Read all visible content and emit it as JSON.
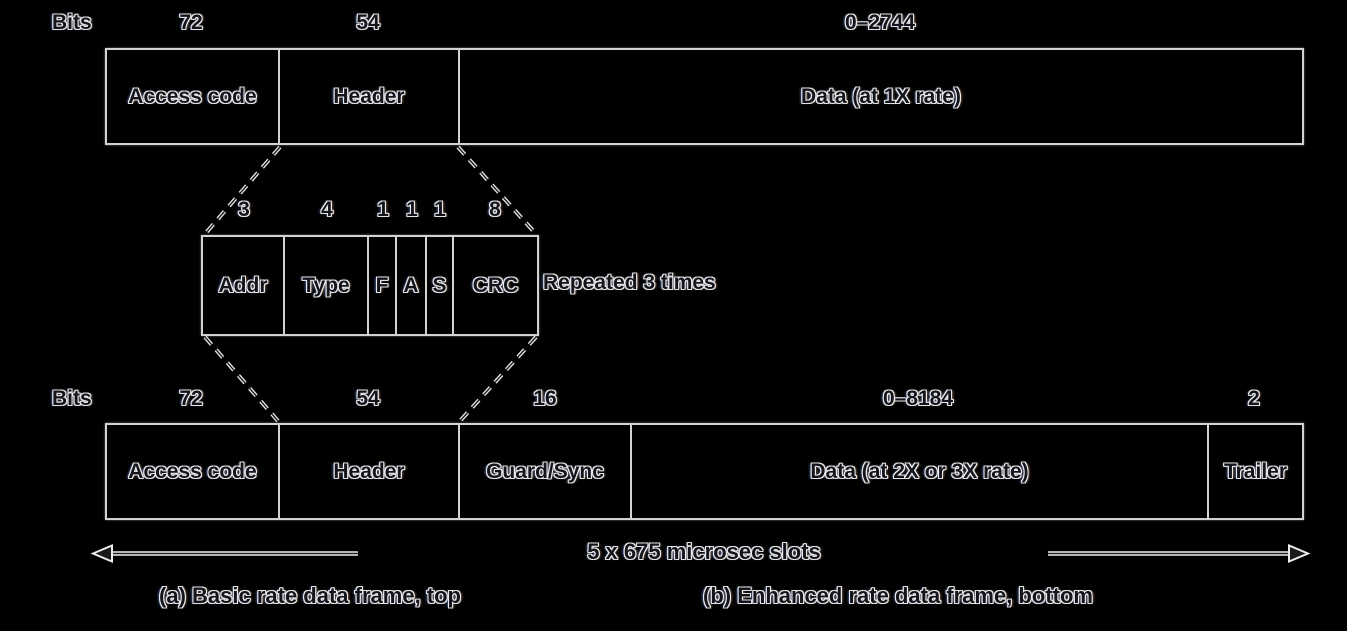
{
  "diagram": {
    "title_semantic": "Bluetooth data frame formats",
    "bits_label": "Bits",
    "top_frame": {
      "fields": [
        {
          "bits": "72",
          "label": "Access code"
        },
        {
          "bits": "54",
          "label": "Header"
        },
        {
          "bits": "0–2744",
          "label": "Data (at 1X rate)"
        }
      ]
    },
    "header_expansion": {
      "fields": [
        {
          "bits": "3",
          "label": "Addr"
        },
        {
          "bits": "4",
          "label": "Type"
        },
        {
          "bits": "1",
          "label": "F"
        },
        {
          "bits": "1",
          "label": "A"
        },
        {
          "bits": "1",
          "label": "S"
        },
        {
          "bits": "8",
          "label": "CRC"
        }
      ],
      "note": "Repeated 3 times"
    },
    "bottom_frame": {
      "fields": [
        {
          "bits": "72",
          "label": "Access code"
        },
        {
          "bits": "54",
          "label": "Header"
        },
        {
          "bits": "16",
          "label": "Guard/Sync"
        },
        {
          "bits": "0–8184",
          "label": "Data (at 2X or 3X rate)"
        },
        {
          "bits": "2",
          "label": "Trailer"
        }
      ]
    },
    "slot_label": "5 x 675 microsec slots",
    "caption_a": "(a) Basic rate data frame, top",
    "caption_b": "(b) Enhanced rate data frame, bottom",
    "colors": {
      "background": "#000000",
      "line": "#d2d2d2",
      "text_fill": "#14141c",
      "text_halo": "#ededed"
    }
  }
}
